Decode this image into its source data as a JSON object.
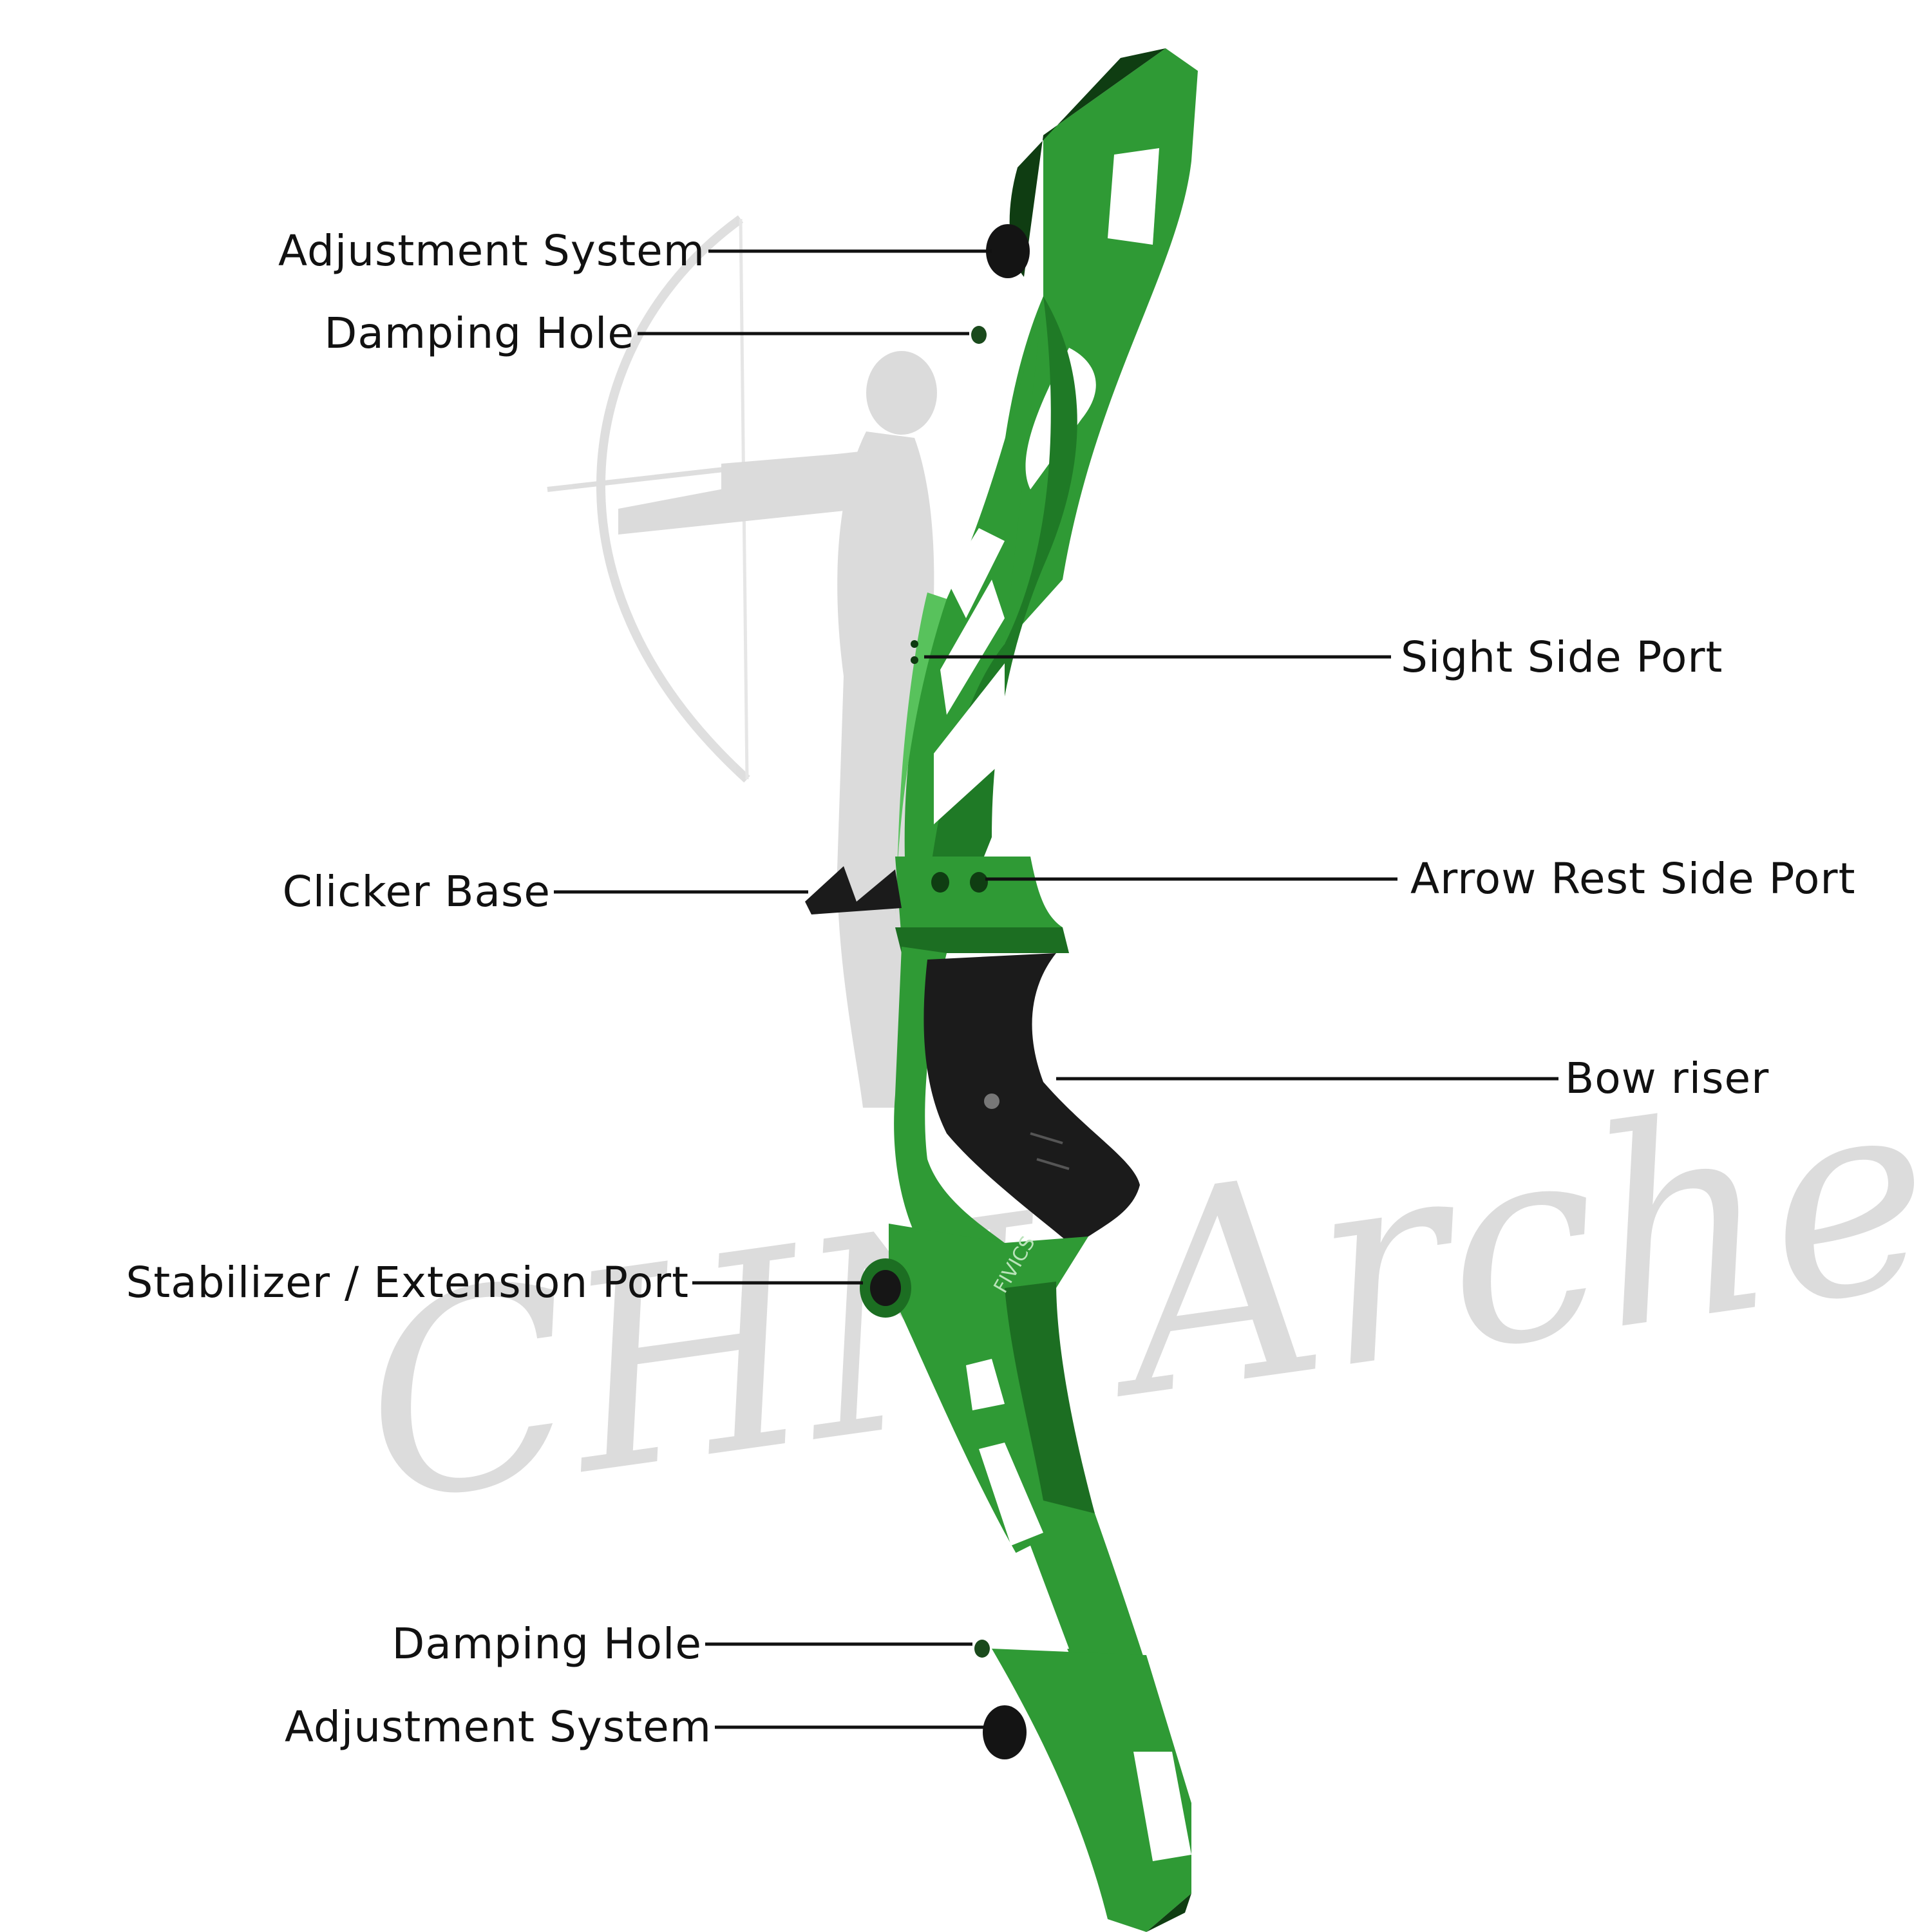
{
  "watermark": {
    "text": "CHN Archery"
  },
  "colors": {
    "riser_green": "#2f9a35",
    "riser_dark_green": "#1c6e22",
    "riser_light_green": "#58c25c",
    "grip_black": "#1b1b1b",
    "label_text": "#111111",
    "watermark_gray": "#d6d6d6"
  },
  "riser": {
    "brand_text": "FIVICS"
  },
  "callouts": [
    {
      "id": "adjustment-system-top",
      "label": "Adjustment System"
    },
    {
      "id": "damping-hole-top",
      "label": "Damping Hole"
    },
    {
      "id": "sight-side-port",
      "label": "Sight Side Port"
    },
    {
      "id": "clicker-base",
      "label": "Clicker Base"
    },
    {
      "id": "arrow-rest-side-port",
      "label": "Arrow Rest Side Port"
    },
    {
      "id": "bow-riser",
      "label": "Bow riser"
    },
    {
      "id": "stabilizer-extension-port",
      "label": "Stabilizer / Extension Port"
    },
    {
      "id": "damping-hole-bottom",
      "label": "Damping Hole"
    },
    {
      "id": "adjustment-system-bottom",
      "label": "Adjustment System"
    }
  ]
}
